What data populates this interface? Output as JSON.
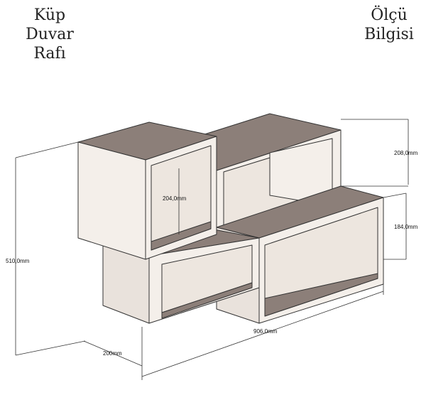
{
  "header": {
    "title_left_line1": "Küp",
    "title_left_line2": "Duvar Rafı",
    "title_right_line1": "Ölçü",
    "title_right_line2": "Bilgisi"
  },
  "dimensions": {
    "total_height": "510,0mm",
    "cube_inner_height": "204,0mm",
    "top_shelf_height": "208,0mm",
    "lower_shelf_height": "184,0mm",
    "total_width": "906,0mm",
    "depth": "200mm"
  },
  "colors": {
    "panel": "#f4efea",
    "shelf_top": "#8c7f79",
    "back": "#ede6df",
    "outline": "#333333"
  }
}
